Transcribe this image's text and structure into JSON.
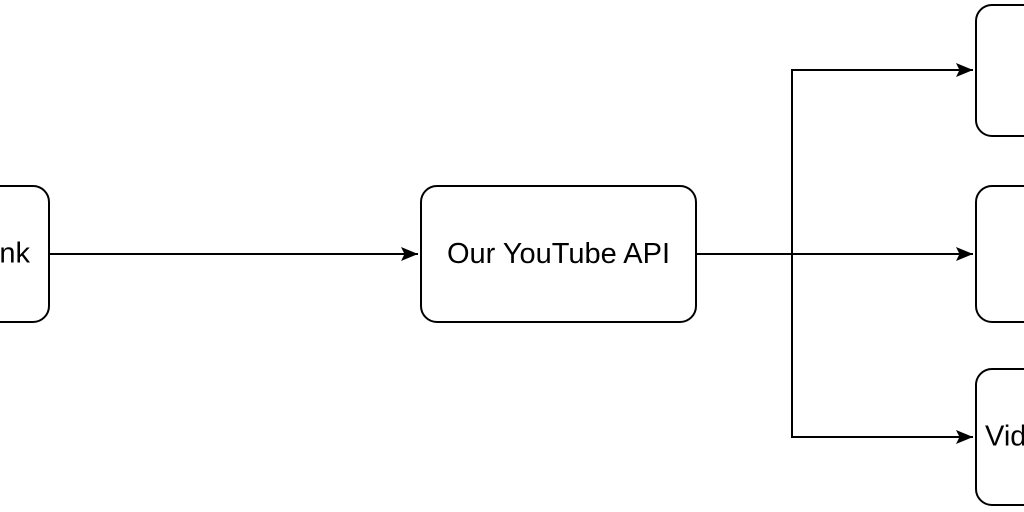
{
  "canvas": {
    "background_color": "#ffffff",
    "stroke_color": "#000000",
    "text_color": "#000000"
  },
  "nodes": {
    "left_partial": {
      "visible_label": "nk"
    },
    "api": {
      "label": "Our YouTube API"
    },
    "top_right": {
      "visible_label": ""
    },
    "middle_right": {
      "visible_label": ""
    },
    "bottom_right": {
      "visible_label": "Vid"
    }
  },
  "edges": [
    {
      "from": "left_partial",
      "to": "api",
      "style": "arrow"
    },
    {
      "from": "api",
      "to": "top_right",
      "style": "orthogonal-arrow"
    },
    {
      "from": "api",
      "to": "middle_right",
      "style": "arrow"
    },
    {
      "from": "api",
      "to": "bottom_right",
      "style": "orthogonal-arrow"
    }
  ]
}
